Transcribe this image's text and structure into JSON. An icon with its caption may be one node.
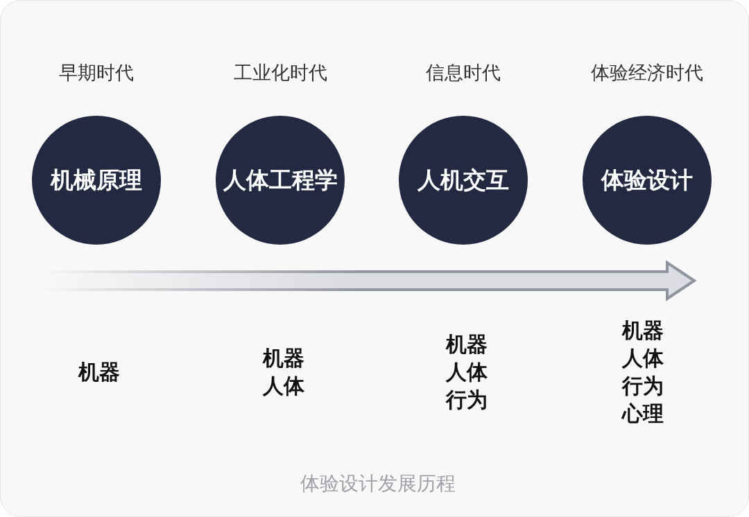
{
  "diagram": {
    "caption": "体验设计发展历程",
    "nodes": [
      {
        "text": [
          "早期时代",
          "机械原理"
        ]
      },
      {
        "text": [
          "工业化时代",
          "人体工程学"
        ]
      },
      {
        "text": [
          "信息时代",
          "人机交互"
        ]
      },
      {
        "text": [
          "体验经济时代",
          "体验设计"
        ]
      }
    ],
    "edges": [],
    "labels": [
      "机器",
      "机器",
      "人体",
      "机器",
      "人体",
      "行为",
      "机器",
      "人体",
      "行为",
      "心理"
    ]
  }
}
